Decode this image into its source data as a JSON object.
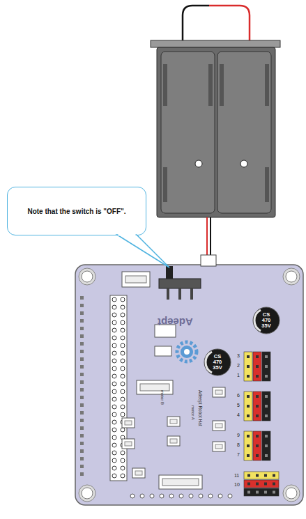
{
  "diagram": {
    "nodes": [
      {
        "text": [
          "Note that the switch is \"OFF\"."
        ]
      },
      {
        "text": [
          "CS 470 35V"
        ]
      },
      {
        "text": [
          "CS 470 35V"
        ]
      }
    ],
    "labels": [
      "Adeept",
      "Adeept Robot Hat",
      "motor A",
      "motor B",
      "3",
      "2",
      "1",
      "6",
      "5",
      "4",
      "9",
      "8",
      "7",
      "11",
      "10"
    ]
  }
}
